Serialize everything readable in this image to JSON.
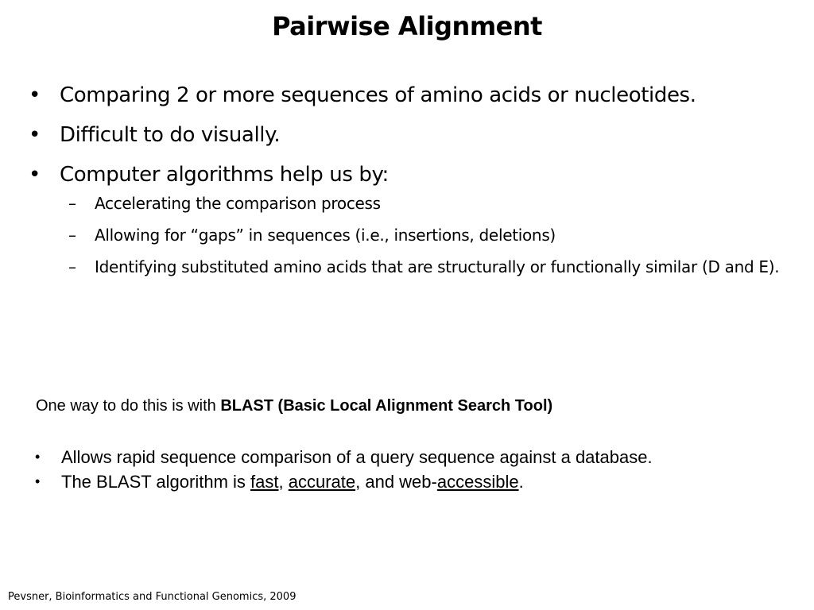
{
  "slide": {
    "title": "Pairwise Alignment",
    "bullets": [
      {
        "text": "Comparing 2 or more sequences of amino acids or nucleotides."
      },
      {
        "text": "Difficult to do visually."
      },
      {
        "text": "Computer algorithms help us by:",
        "sub": [
          "Accelerating the comparison process",
          "Allowing for “gaps” in sequences (i.e., insertions, deletions)",
          "Identifying substituted amino acids that are structurally or functionally similar (D and E)."
        ]
      }
    ],
    "blast": {
      "intro_prefix": "One way to do this is with ",
      "intro_bold": "BLAST (Basic Local Alignment Search Tool)",
      "item1": "Allows rapid sequence comparison of a query sequence against a database.",
      "item2_prefix": "The BLAST algorithm is ",
      "fast": "fast",
      "sep1": ", ",
      "accurate": "accurate",
      "sep2": ", and web-",
      "accessible": "accessible",
      "end": "."
    },
    "citation": "Pevsner, Bioinformatics and Functional Genomics, 2009",
    "bullet_char": "•",
    "dash_char": "–"
  }
}
